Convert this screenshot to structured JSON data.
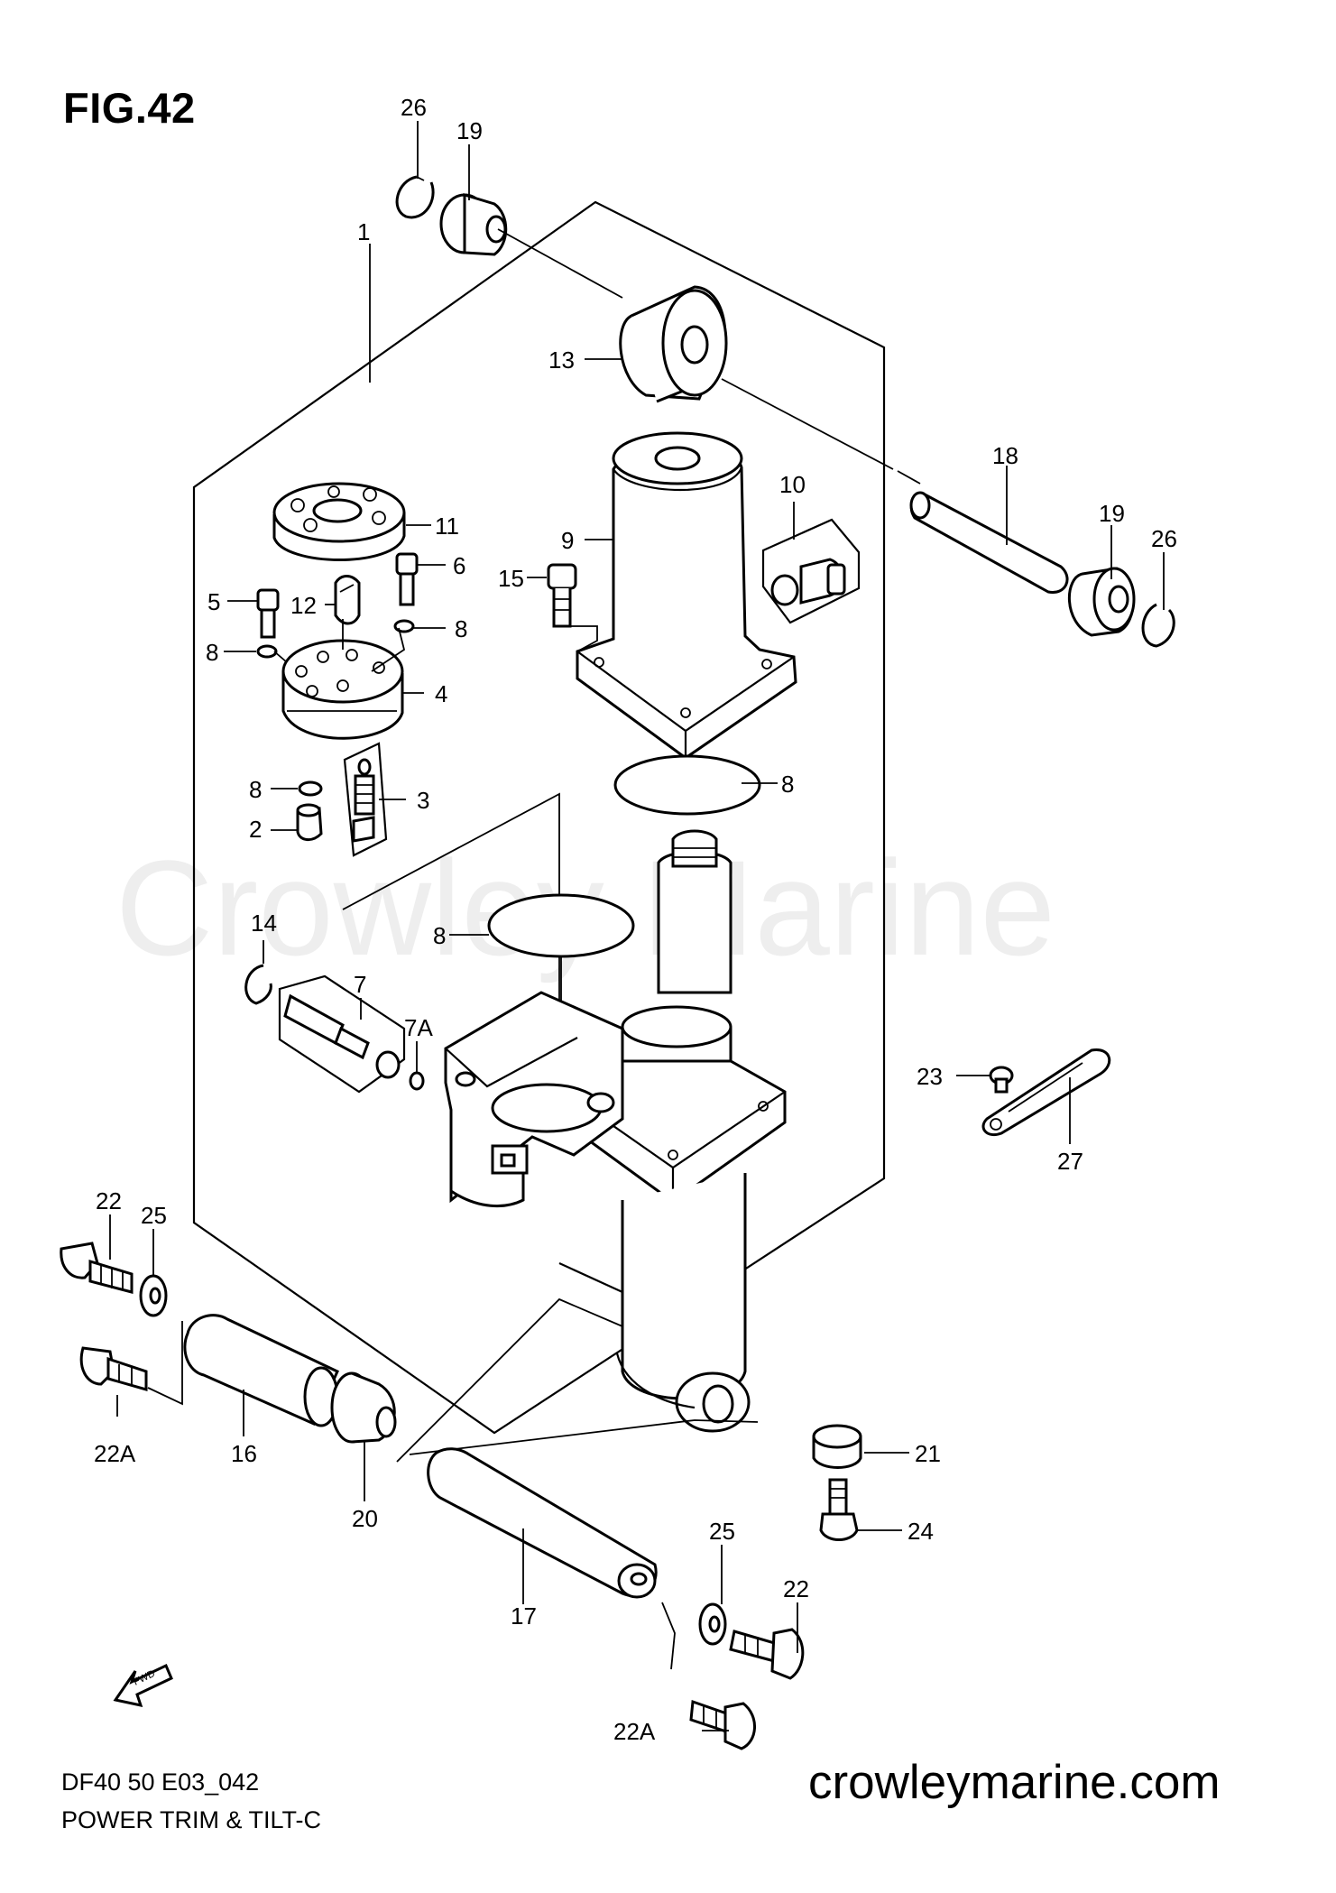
{
  "figure": {
    "title": "FIG.42",
    "diagram_code": "DF40 50 E03_042",
    "subtitle": "POWER TRIM & TILT-C",
    "website": "crowleymarine.com",
    "watermark": "Crowley Marine"
  },
  "callouts": [
    {
      "id": "c1",
      "label": "1"
    },
    {
      "id": "c2",
      "label": "2"
    },
    {
      "id": "c3",
      "label": "3"
    },
    {
      "id": "c4",
      "label": "4"
    },
    {
      "id": "c5",
      "label": "5"
    },
    {
      "id": "c6",
      "label": "6"
    },
    {
      "id": "c7",
      "label": "7"
    },
    {
      "id": "c7a",
      "label": "7A"
    },
    {
      "id": "c8a",
      "label": "8"
    },
    {
      "id": "c8b",
      "label": "8"
    },
    {
      "id": "c8c",
      "label": "8"
    },
    {
      "id": "c8d",
      "label": "8"
    },
    {
      "id": "c8e",
      "label": "8"
    },
    {
      "id": "c9",
      "label": "9"
    },
    {
      "id": "c10",
      "label": "10"
    },
    {
      "id": "c11",
      "label": "11"
    },
    {
      "id": "c12",
      "label": "12"
    },
    {
      "id": "c13",
      "label": "13"
    },
    {
      "id": "c14",
      "label": "14"
    },
    {
      "id": "c15",
      "label": "15"
    },
    {
      "id": "c16",
      "label": "16"
    },
    {
      "id": "c17",
      "label": "17"
    },
    {
      "id": "c18",
      "label": "18"
    },
    {
      "id": "c19a",
      "label": "19"
    },
    {
      "id": "c19b",
      "label": "19"
    },
    {
      "id": "c20",
      "label": "20"
    },
    {
      "id": "c21",
      "label": "21"
    },
    {
      "id": "c22a",
      "label": "22"
    },
    {
      "id": "c22b",
      "label": "22"
    },
    {
      "id": "c22Aa",
      "label": "22A"
    },
    {
      "id": "c22Ab",
      "label": "22A"
    },
    {
      "id": "c23",
      "label": "23"
    },
    {
      "id": "c24",
      "label": "24"
    },
    {
      "id": "c25a",
      "label": "25"
    },
    {
      "id": "c25b",
      "label": "25"
    },
    {
      "id": "c26a",
      "label": "26"
    },
    {
      "id": "c26b",
      "label": "26"
    },
    {
      "id": "c27",
      "label": "27"
    }
  ],
  "fwd_arrow": {
    "label": "FWD",
    "icon": "fwd-arrow-icon"
  }
}
